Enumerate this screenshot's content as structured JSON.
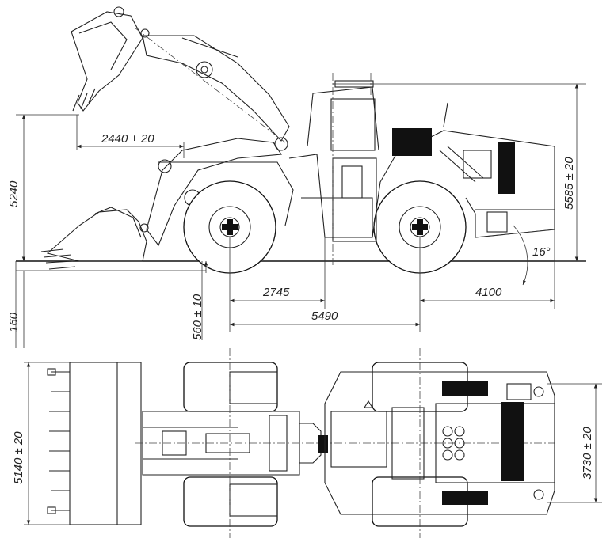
{
  "dimensions": {
    "d2440": "2440 ± 20",
    "d5240": "5240",
    "d5585": "5585 ± 20",
    "d16deg": "16°",
    "d160": "160",
    "d560": "560 ± 10",
    "d2745": "2745",
    "d4100": "4100",
    "d5490": "5490",
    "d5140": "5140 ± 20",
    "d3730": "3730 ± 20"
  },
  "colors": {
    "line": "#222222",
    "fill_dark": "#111111",
    "background": "#ffffff"
  }
}
